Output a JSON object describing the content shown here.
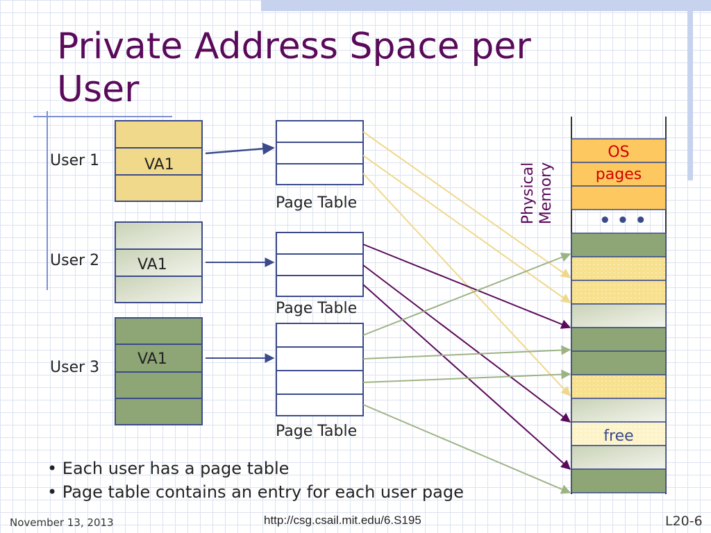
{
  "slide": {
    "title": "Private Address Space per User",
    "title_line1": "Private Address Space per",
    "title_line2": "User"
  },
  "users": [
    {
      "label": "User 1",
      "va": "VA1",
      "color": "#f0d98a"
    },
    {
      "label": "User 2",
      "va": "VA1",
      "color": "#dfe5cf"
    },
    {
      "label": "User 3",
      "va": "VA1",
      "color": "#8ea675"
    }
  ],
  "page_tables": [
    {
      "label": "Page Table"
    },
    {
      "label": "Page Table"
    },
    {
      "label": "Page Table"
    }
  ],
  "physical_memory": {
    "label_line1": "Physical",
    "label_line2": "Memory",
    "os_line1": "OS",
    "os_line2": "pages",
    "ellipsis": "• • •",
    "free": "free"
  },
  "bullets": [
    "Each user has a page table",
    "Page table contains an entry for each user page"
  ],
  "footer": {
    "date": "November 13, 2013",
    "url": "http://csg.csail.mit.edu/6.S195",
    "page": "L20-6"
  },
  "colors": {
    "title": "#5a0a5a",
    "user1": "#f0d98a",
    "user2": "#dfe5cf",
    "user3": "#8ea675",
    "os": "#fdc860",
    "os_text": "#d00000",
    "arrow_user1": "#f0d88a",
    "arrow_user2": "#5a0a5a",
    "arrow_user3": "#9cb383"
  }
}
